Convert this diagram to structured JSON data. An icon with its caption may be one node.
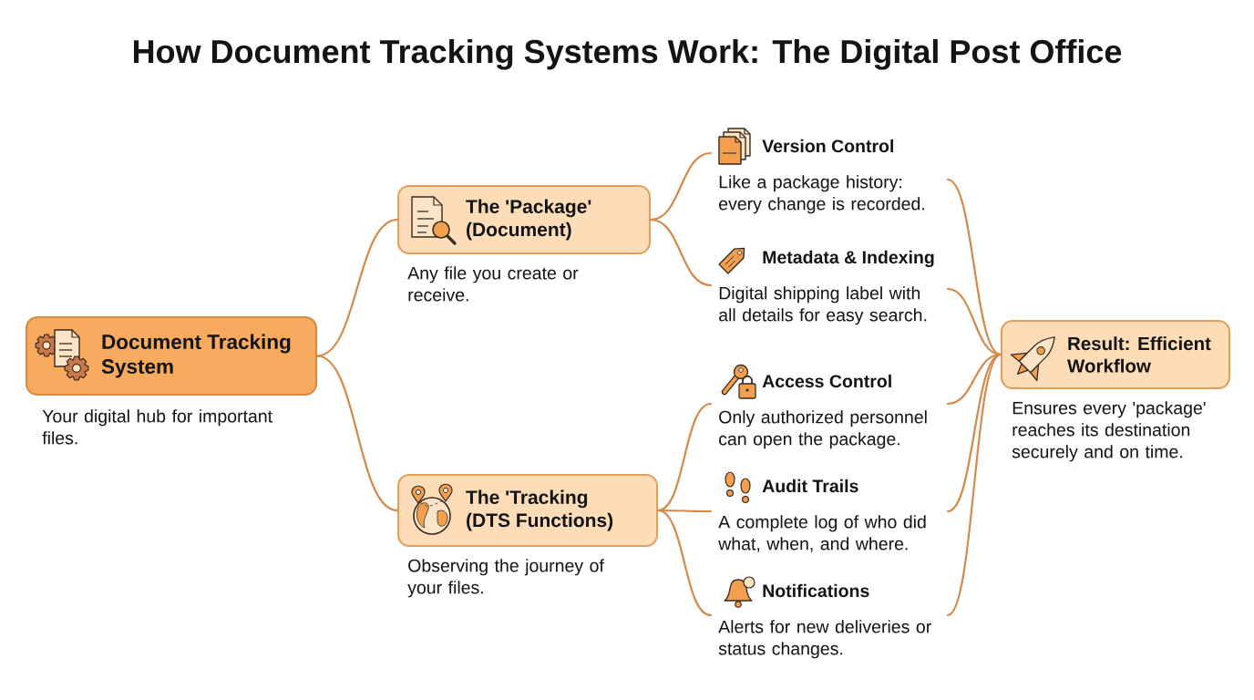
{
  "diagram": {
    "title": "How Document Tracking Systems Work: The Digital Post Office",
    "nodes": [
      {
        "text": [
          "Document Tracking System"
        ],
        "beside": [
          "Your digital hub for important files."
        ]
      },
      {
        "text": [
          "The 'Package' (Document)"
        ],
        "beside": [
          "Any file you create or receive."
        ]
      },
      {
        "text": [
          "The 'Tracking (DTS Functions)"
        ],
        "beside": [
          "Observing the journey of your files."
        ]
      },
      {
        "text": [
          "Version Control",
          "Like a package history: every change is recorded."
        ]
      },
      {
        "text": [
          "Metadata & Indexing",
          "Digital shipping label with all details for easy search."
        ]
      },
      {
        "text": [
          "Access Control",
          "Only authorized personnel can open the package."
        ]
      },
      {
        "text": [
          "Audit Trails",
          "A complete log of who did what, when, and where."
        ]
      },
      {
        "text": [
          "Notifications",
          "Alerts for new deliveries or status changes."
        ]
      },
      {
        "text": [
          "Result: Efficient Workflow"
        ],
        "beside": [
          "Ensures every 'package' reaches its destination securely and on time."
        ]
      }
    ],
    "edges": [
      {
        "from": 0,
        "to": 1,
        "arrow": "none"
      },
      {
        "from": 0,
        "to": 2,
        "arrow": "none"
      },
      {
        "from": 1,
        "to": 3,
        "arrow": "none"
      },
      {
        "from": 1,
        "to": 4,
        "arrow": "none"
      },
      {
        "from": 2,
        "to": 5,
        "arrow": "none"
      },
      {
        "from": 2,
        "to": 6,
        "arrow": "none"
      },
      {
        "from": 2,
        "to": 7,
        "arrow": "none"
      },
      {
        "from": 3,
        "to": 8,
        "arrow": "none"
      },
      {
        "from": 4,
        "to": 8,
        "arrow": "none"
      },
      {
        "from": 5,
        "to": 8,
        "arrow": "none"
      },
      {
        "from": 6,
        "to": 8,
        "arrow": "none"
      },
      {
        "from": 7,
        "to": 8,
        "arrow": "none"
      }
    ]
  }
}
